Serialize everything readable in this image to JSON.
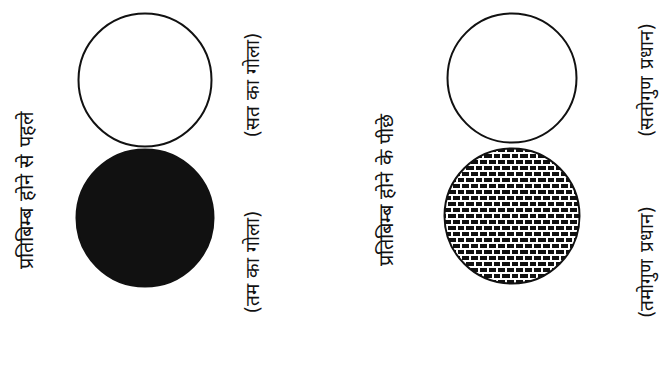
{
  "diagram": {
    "nodes": [
      {
        "text": [
          "(सत का गोला)"
        ]
      },
      {
        "text": [
          "(तम का गोला)"
        ]
      },
      {
        "text": [
          "(सतोगुण प्रधान)"
        ]
      },
      {
        "text": [
          "(तमोगुण प्रधान)"
        ]
      }
    ],
    "labels": [
      "प्रतिबिम्ब होने से पहले",
      "प्रतिबिम्ब होने के पीछे"
    ]
  }
}
